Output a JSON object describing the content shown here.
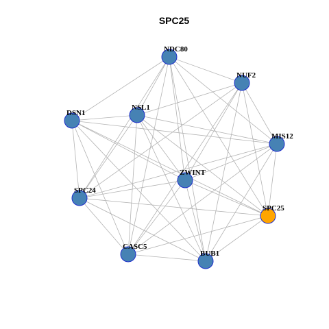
{
  "title": "SPC25",
  "colors": {
    "node_default": "#4682B4",
    "node_highlight": "#FFA500",
    "node_border": "#1F2FCC",
    "edge": "#B3B3B3"
  },
  "nodes": [
    {
      "id": "NDC80",
      "label": "NDC80",
      "highlight": false
    },
    {
      "id": "NUF2",
      "label": "NUF2",
      "highlight": false
    },
    {
      "id": "DSN1",
      "label": "DSN1",
      "highlight": false
    },
    {
      "id": "NSL1",
      "label": "NSL1",
      "highlight": false
    },
    {
      "id": "MIS12",
      "label": "MIS12",
      "highlight": false
    },
    {
      "id": "ZWINT",
      "label": "ZWINT",
      "highlight": false
    },
    {
      "id": "SPC24",
      "label": "SPC24",
      "highlight": false
    },
    {
      "id": "SPC25",
      "label": "SPC25",
      "highlight": true
    },
    {
      "id": "CASC5",
      "label": "CASC5",
      "highlight": false
    },
    {
      "id": "BUB1",
      "label": "BUB1",
      "highlight": false
    }
  ],
  "edges": [
    [
      "NDC80",
      "NUF2"
    ],
    [
      "NDC80",
      "DSN1"
    ],
    [
      "NDC80",
      "NSL1"
    ],
    [
      "NDC80",
      "MIS12"
    ],
    [
      "NDC80",
      "ZWINT"
    ],
    [
      "NDC80",
      "SPC24"
    ],
    [
      "NDC80",
      "SPC25"
    ],
    [
      "NDC80",
      "CASC5"
    ],
    [
      "NDC80",
      "BUB1"
    ],
    [
      "NUF2",
      "NSL1"
    ],
    [
      "NUF2",
      "MIS12"
    ],
    [
      "NUF2",
      "ZWINT"
    ],
    [
      "NUF2",
      "SPC24"
    ],
    [
      "NUF2",
      "SPC25"
    ],
    [
      "NUF2",
      "CASC5"
    ],
    [
      "NUF2",
      "BUB1"
    ],
    [
      "DSN1",
      "NSL1"
    ],
    [
      "DSN1",
      "MIS12"
    ],
    [
      "DSN1",
      "ZWINT"
    ],
    [
      "DSN1",
      "SPC24"
    ],
    [
      "DSN1",
      "SPC25"
    ],
    [
      "DSN1",
      "CASC5"
    ],
    [
      "DSN1",
      "BUB1"
    ],
    [
      "NSL1",
      "MIS12"
    ],
    [
      "NSL1",
      "ZWINT"
    ],
    [
      "NSL1",
      "SPC24"
    ],
    [
      "NSL1",
      "SPC25"
    ],
    [
      "NSL1",
      "CASC5"
    ],
    [
      "NSL1",
      "BUB1"
    ],
    [
      "MIS12",
      "ZWINT"
    ],
    [
      "MIS12",
      "SPC24"
    ],
    [
      "MIS12",
      "SPC25"
    ],
    [
      "MIS12",
      "CASC5"
    ],
    [
      "MIS12",
      "BUB1"
    ],
    [
      "ZWINT",
      "SPC24"
    ],
    [
      "ZWINT",
      "SPC25"
    ],
    [
      "ZWINT",
      "CASC5"
    ],
    [
      "ZWINT",
      "BUB1"
    ],
    [
      "SPC24",
      "SPC25"
    ],
    [
      "SPC24",
      "CASC5"
    ],
    [
      "SPC24",
      "BUB1"
    ],
    [
      "SPC25",
      "CASC5"
    ],
    [
      "SPC25",
      "BUB1"
    ],
    [
      "CASC5",
      "BUB1"
    ]
  ]
}
